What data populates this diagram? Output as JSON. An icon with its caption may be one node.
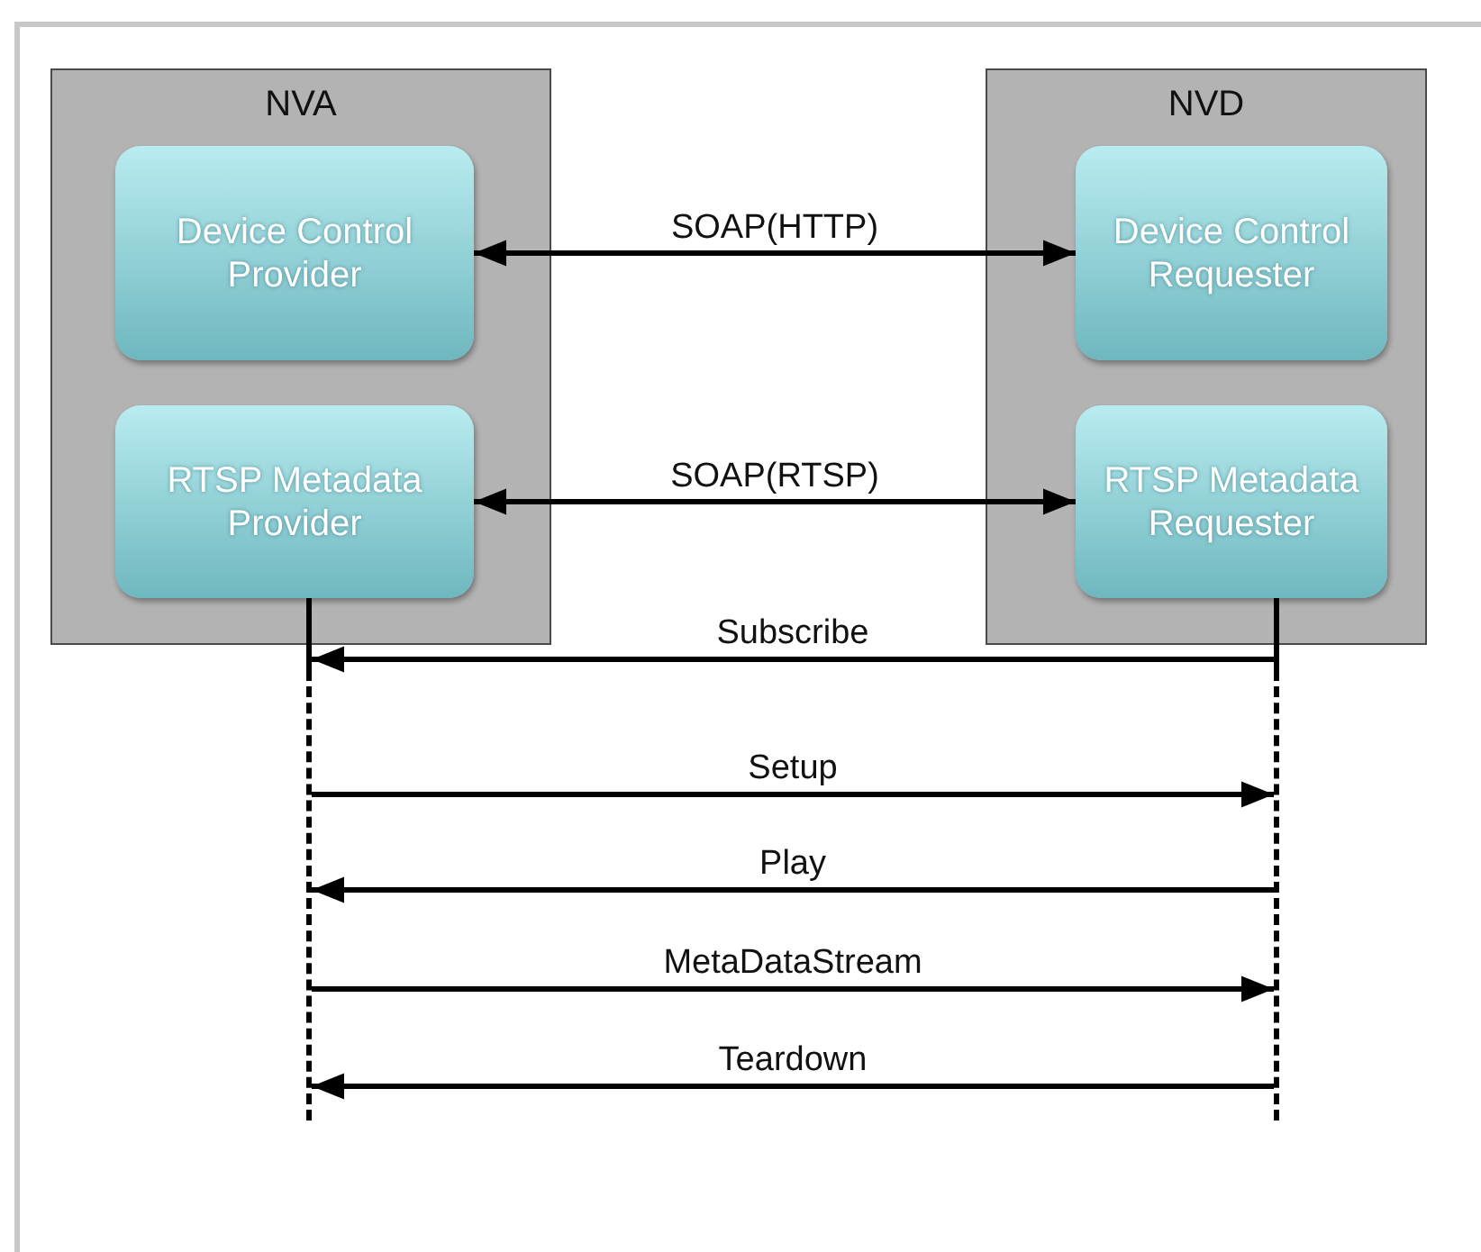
{
  "diagram": {
    "nodes": [
      {
        "text": [
          "NVA"
        ]
      },
      {
        "text": [
          "Device Control Provider"
        ],
        "in": 0
      },
      {
        "text": [
          "RTSP Metadata Provider"
        ],
        "in": 0
      },
      {
        "text": [
          "NVD"
        ]
      },
      {
        "text": [
          "Device Control Requester"
        ],
        "in": 3
      },
      {
        "text": [
          "RTSP Metadata Requester"
        ],
        "in": 3
      },
      {
        "text": [],
        "shape": "bar"
      },
      {
        "text": [],
        "shape": "bar"
      }
    ],
    "edges": [
      {
        "from": 1,
        "to": 4,
        "arrow": "both",
        "label": "SOAP(HTTP)"
      },
      {
        "from": 2,
        "to": 5,
        "arrow": "both",
        "label": "SOAP(RTSP)"
      },
      {
        "from": 7,
        "to": 6,
        "arrow": "to",
        "label": "Subscribe"
      },
      {
        "from": 6,
        "to": 7,
        "arrow": "to",
        "label": "Setup"
      },
      {
        "from": 7,
        "to": 6,
        "arrow": "to",
        "label": "Play"
      },
      {
        "from": 6,
        "to": 7,
        "arrow": "to",
        "label": "MetaDataStream"
      },
      {
        "from": 7,
        "to": 6,
        "arrow": "to",
        "label": "Teardown"
      }
    ]
  }
}
